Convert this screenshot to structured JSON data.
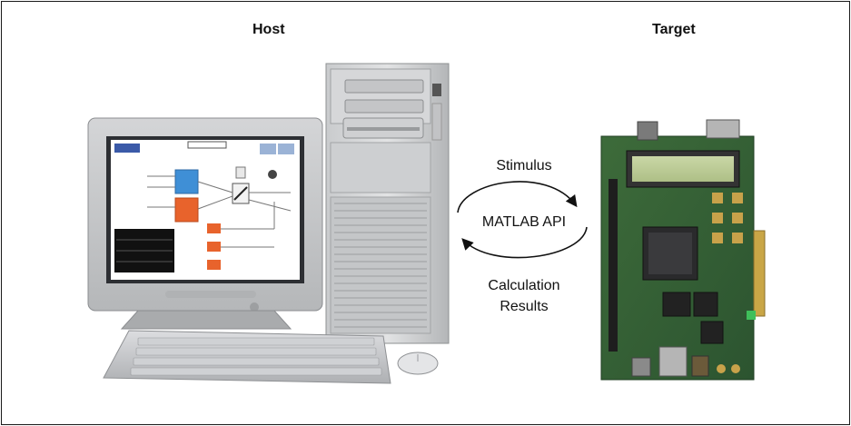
{
  "diagram": {
    "host_label": "Host",
    "target_label": "Target",
    "stimulus_label": "Stimulus",
    "api_label": "MATLAB API",
    "results_label_line1": "Calculation",
    "results_label_line2": "Results"
  }
}
